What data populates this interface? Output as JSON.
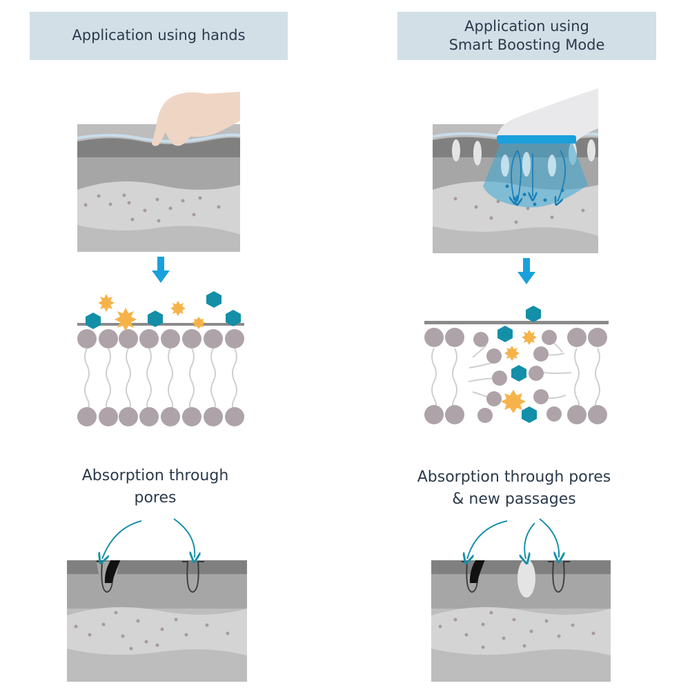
{
  "left": {
    "header": "Application using hands",
    "caption_line1": "Absorption through",
    "caption_line2": "pores"
  },
  "right": {
    "header_line1": "Application using",
    "header_line2": "Smart Boosting Mode",
    "caption_line1": "Absorption through pores",
    "caption_line2": "& new passages"
  },
  "colors": {
    "header_bg": "#d3dfe7",
    "arrow_blue": "#1aa0dc",
    "teal": "#1690a8",
    "molecule_teal": "#138fa8",
    "molecule_orange": "#f6b34a",
    "lipid_head": "#aea3a8",
    "skin_dark": "#7f7f7f",
    "skin_mid": "#a6a6a6",
    "skin_light": "#d2d2d2",
    "hand": "#efd6c4",
    "device": "#e9e9eb",
    "device_band": "#1aa0dc"
  },
  "icons": [
    "hand-icon",
    "device-icon",
    "down-arrow-icon",
    "hair-icon",
    "curved-arrow-icon"
  ]
}
